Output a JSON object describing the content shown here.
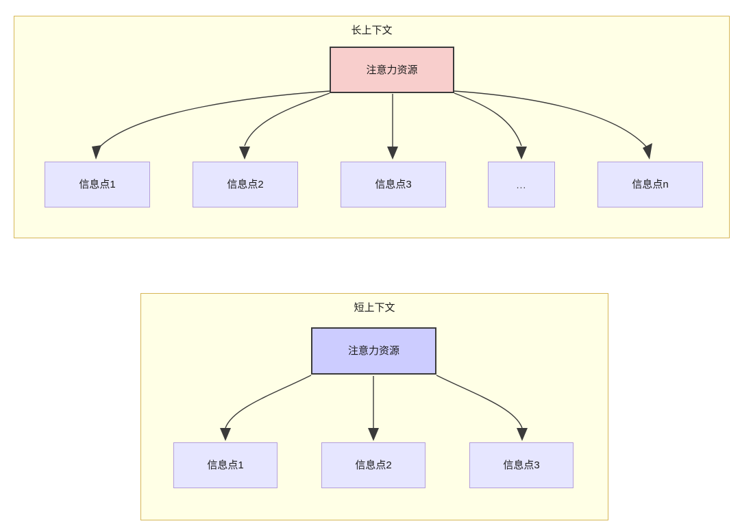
{
  "diagram": {
    "title": "",
    "colors": {
      "container_fill": "#ffffe6",
      "container_border": "#d6b656",
      "attention_long_fill": "#f8cecc",
      "attention_short_fill": "#ccccff",
      "node_border_dark": "#3a3a3a",
      "info_fill": "#e6e6ff",
      "info_border": "#b39ddb",
      "edge_stroke": "#3a3a3a",
      "text": "#1a1a1a"
    },
    "sections": [
      {
        "id": "long-context",
        "title": "长上下文",
        "root": {
          "label": "注意力资源",
          "style": "attention-long"
        },
        "children": [
          {
            "label": "信息点1",
            "style": "info"
          },
          {
            "label": "信息点2",
            "style": "info"
          },
          {
            "label": "信息点3",
            "style": "info"
          },
          {
            "label": "...",
            "style": "ellipsis"
          },
          {
            "label": "信息点n",
            "style": "info"
          }
        ],
        "edge_count": 5
      },
      {
        "id": "short-context",
        "title": "短上下文",
        "root": {
          "label": "注意力资源",
          "style": "attention-short"
        },
        "children": [
          {
            "label": "信息点1",
            "style": "info"
          },
          {
            "label": "信息点2",
            "style": "info"
          },
          {
            "label": "信息点3",
            "style": "info"
          }
        ],
        "edge_count": 3
      }
    ]
  }
}
